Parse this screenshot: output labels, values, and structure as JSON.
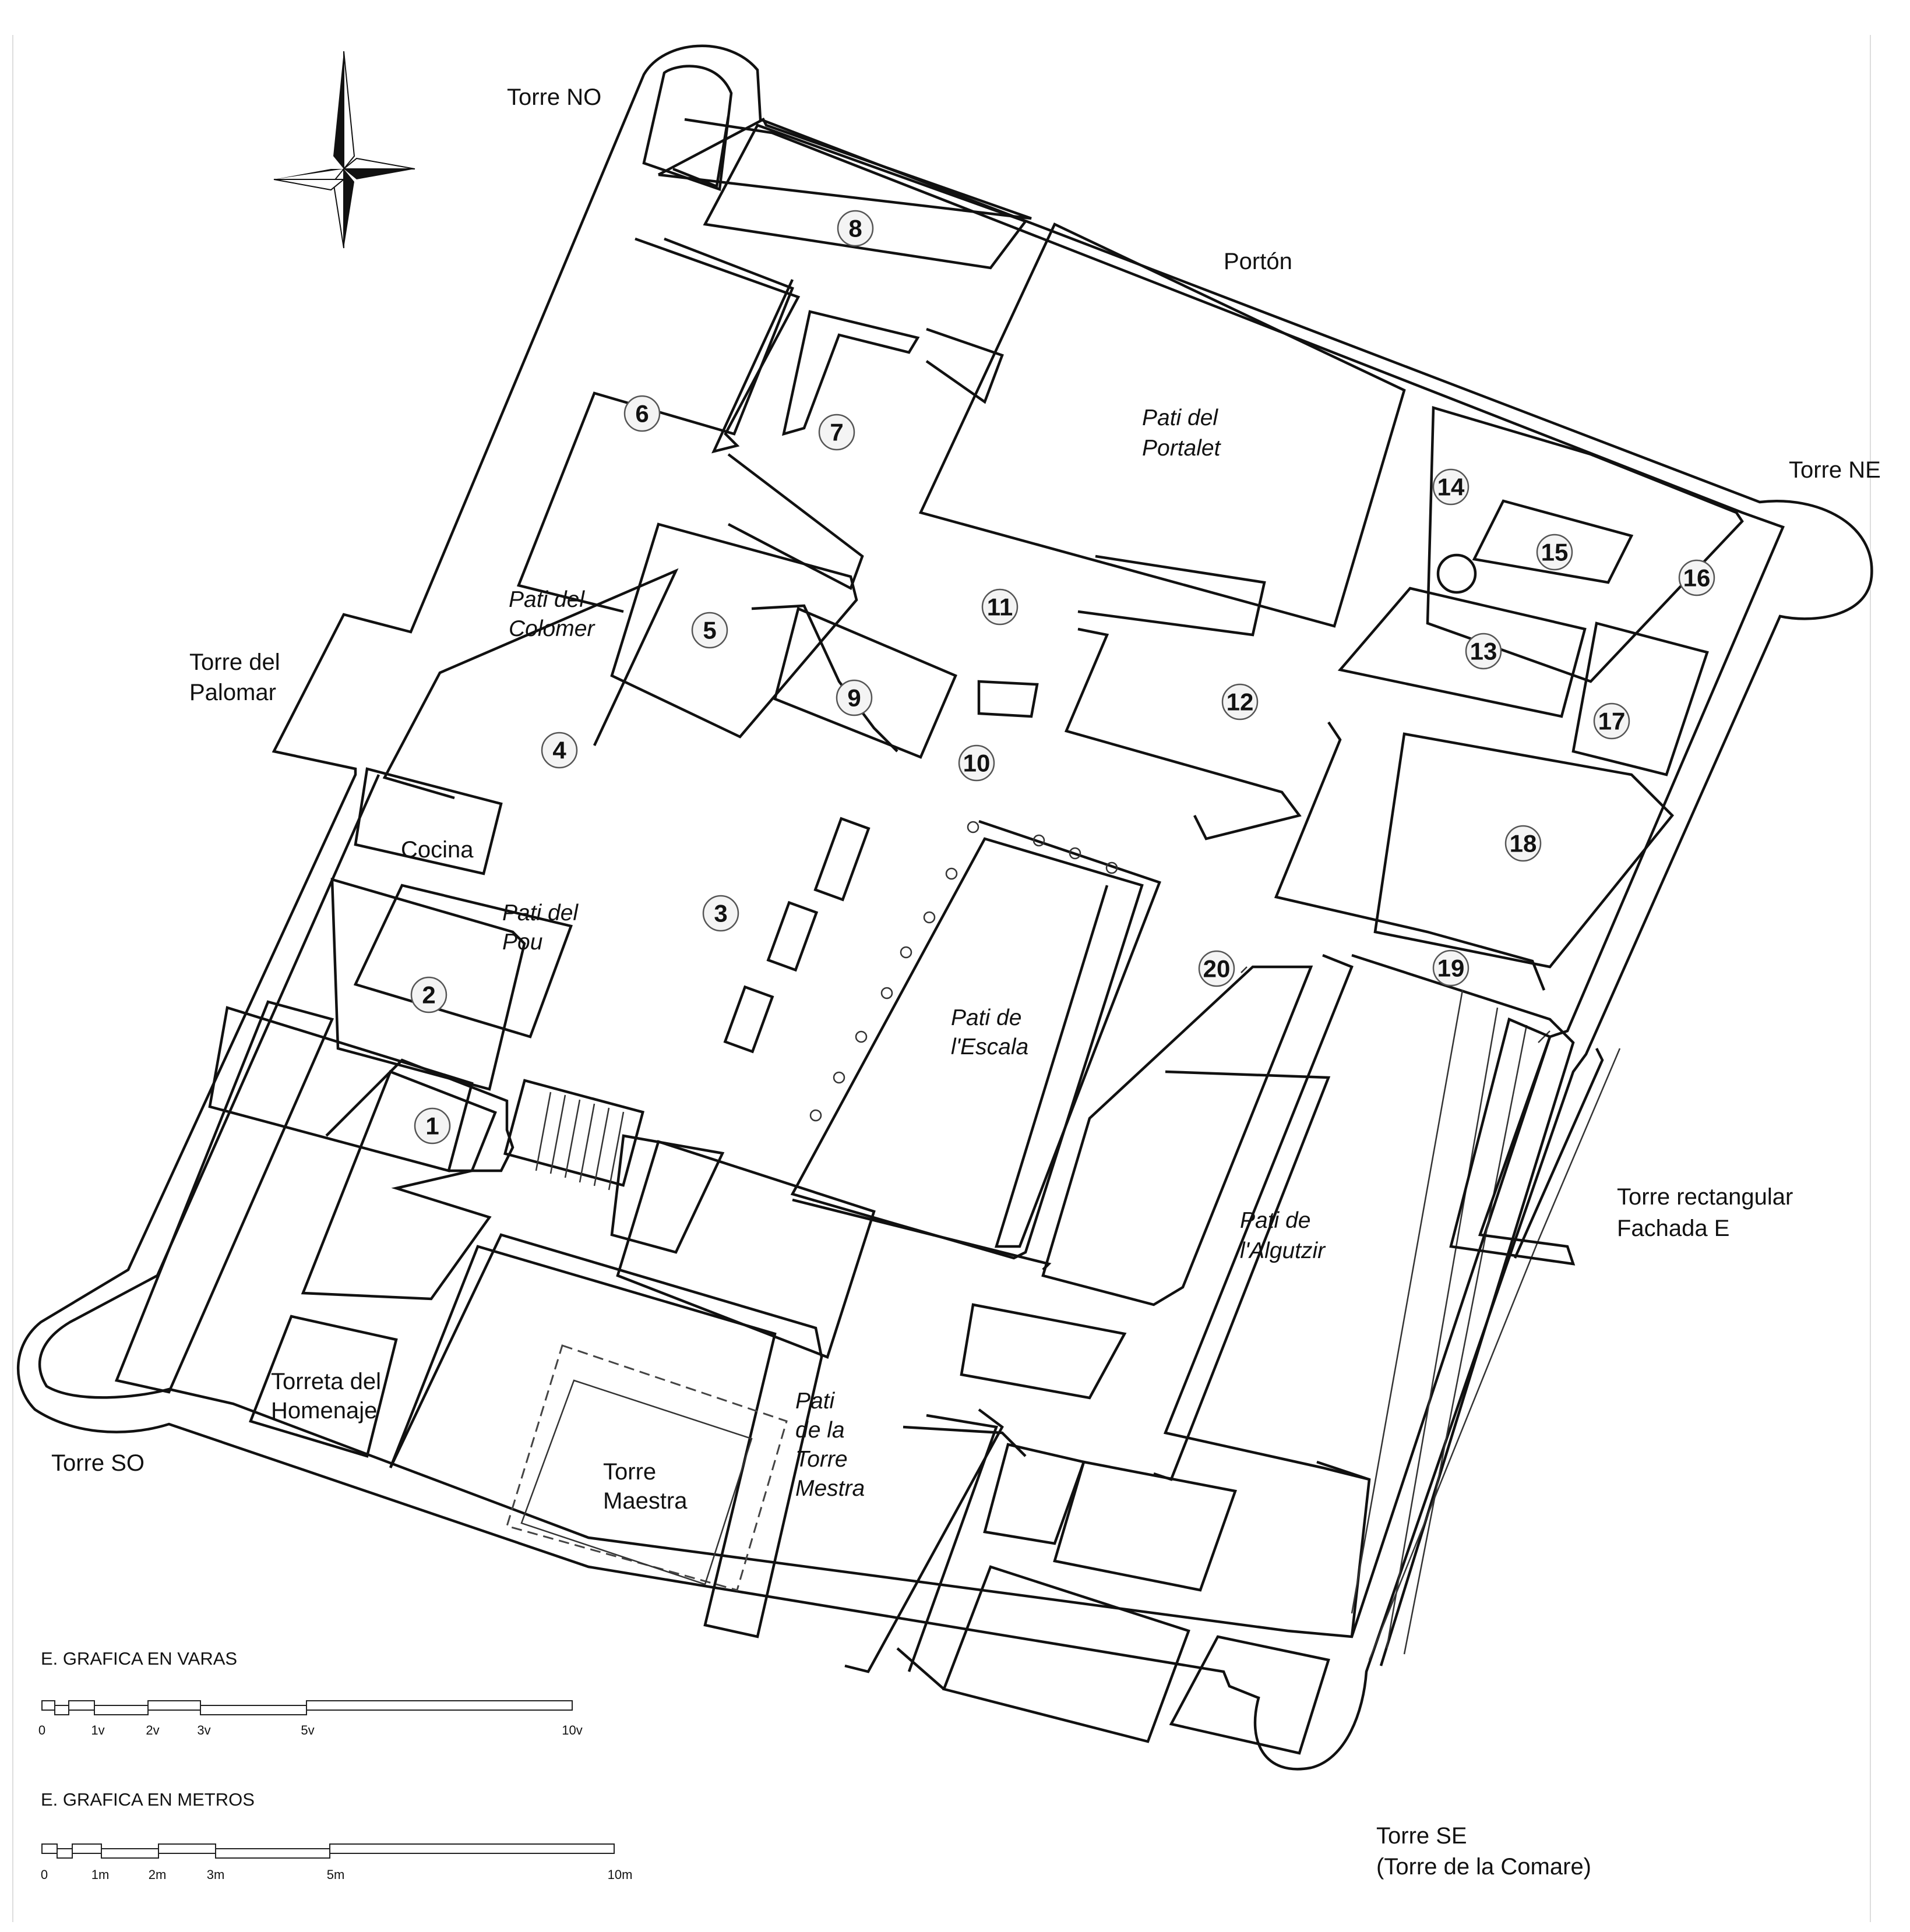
{
  "towers": {
    "no": "Torre NO",
    "ne": "Torre NE",
    "so": "Torre SO",
    "se_1": "Torre SE",
    "se_2": "(Torre de la Comare)",
    "palomar_1": "Torre del",
    "palomar_2": "Palomar",
    "rect_1": "Torre rectangular",
    "rect_2": "Fachada E",
    "maestra_1": "Torre",
    "maestra_2": "Maestra",
    "torreta_1": "Torreta del",
    "torreta_2": "Homenaje"
  },
  "spaces": {
    "porton": "Portón",
    "cocina": "Cocina",
    "pati_portalet_1": "Pati del",
    "pati_portalet_2": "Portalet",
    "pati_colomer_1": "Pati del",
    "pati_colomer_2": "Colomer",
    "pati_pou_1": "Pati del",
    "pati_pou_2": "Pou",
    "pati_escala_1": "Pati de",
    "pati_escala_2": "l'Escala",
    "pati_algutzir_1": "Pati de",
    "pati_algutzir_2": "l'Algutzir",
    "pati_torre_1": "Pati",
    "pati_torre_2": "de la",
    "pati_torre_3": "Torre",
    "pati_torre_4": "Mestra"
  },
  "rooms": [
    "1",
    "2",
    "3",
    "4",
    "5",
    "6",
    "7",
    "8",
    "9",
    "10",
    "11",
    "12",
    "13",
    "14",
    "15",
    "16",
    "17",
    "18",
    "19",
    "20"
  ],
  "scales": {
    "varas": {
      "title": "E. GRAFICA EN VARAS",
      "ticks": [
        "0",
        "1v",
        "2v",
        "3v",
        "5v",
        "10v"
      ]
    },
    "metros": {
      "title": "E. GRAFICA EN METROS",
      "ticks": [
        "0",
        "1m",
        "2m",
        "3m",
        "5m",
        "10m"
      ]
    }
  }
}
